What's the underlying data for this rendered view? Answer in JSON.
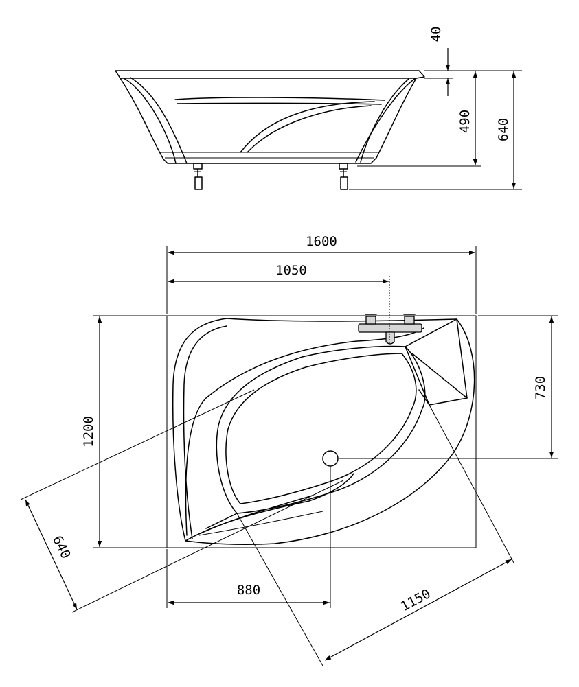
{
  "side_view": {
    "dimensions": {
      "rim": "40",
      "inner_depth": "490",
      "total_height": "640"
    }
  },
  "top_view": {
    "dimensions": {
      "length": "1600",
      "mixer_offset": "1050",
      "width": "1200",
      "drain_from_top": "730",
      "drain_from_left": "880",
      "diagonal_long": "1150",
      "diagonal_short": "640"
    }
  }
}
